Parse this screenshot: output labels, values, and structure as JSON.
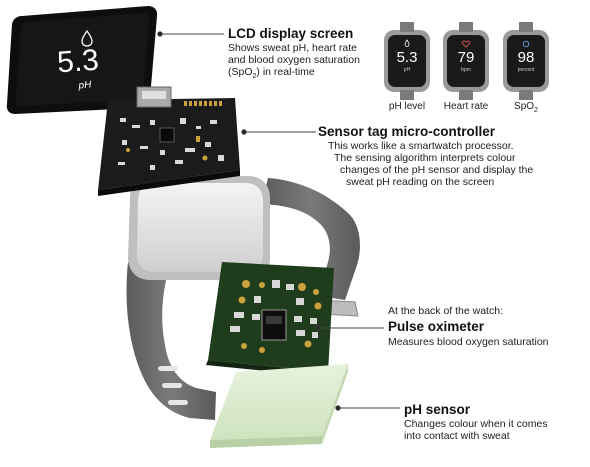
{
  "lcd": {
    "reading_value": "5.3",
    "reading_unit": "pH",
    "title": "LCD display screen",
    "desc_line1": "Shows sweat pH, heart rate",
    "desc_line2": "and blood oxygen saturation",
    "desc_line3_prefix": "(SpO",
    "desc_line3_sub": "2",
    "desc_line3_suffix": ") in real-time"
  },
  "mini_watches": [
    {
      "value": "5.3",
      "unit": "pH",
      "label": "pH level",
      "label_sub": ""
    },
    {
      "value": "79",
      "unit": "bpm",
      "label": "Heart rate",
      "label_sub": ""
    },
    {
      "value": "98",
      "unit": "percent",
      "label": "SpO",
      "label_sub": "2"
    }
  ],
  "controller": {
    "title": "Sensor tag micro-controller",
    "desc_line1": "This works like a smartwatch processor.",
    "desc_line2": "The sensing algorithm interprets colour",
    "desc_line3": "changes of the pH sensor and display the",
    "desc_line4": "sweat pH reading on the screen"
  },
  "oximeter": {
    "intro": "At the back of the watch:",
    "title": "Pulse oximeter",
    "desc": "Measures blood oxygen saturation"
  },
  "ph_sensor": {
    "title": "pH sensor",
    "desc_line1": "Changes colour when it comes",
    "desc_line2": "into contact with sweat"
  },
  "colors": {
    "strap": "#6b6b6b",
    "board": "#1b1b1b",
    "oximeter_board": "#1f3d1c",
    "gold": "#c9a23c",
    "sensor_pad": "#dcebd0",
    "screen": "#111111"
  }
}
